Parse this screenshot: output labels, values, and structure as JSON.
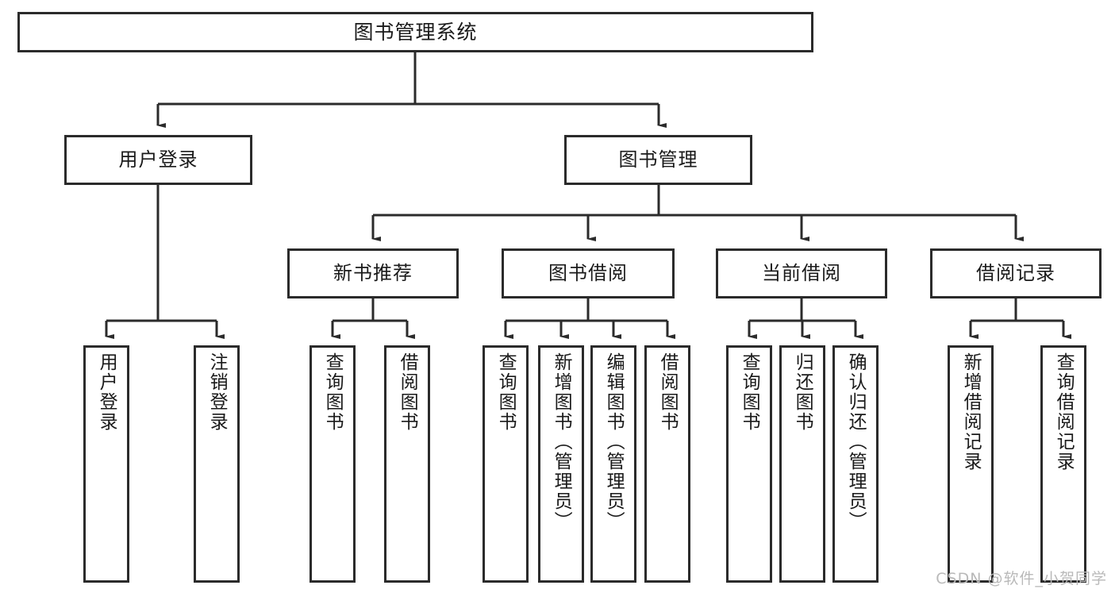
{
  "diagram": {
    "title": "图书管理系统",
    "type": "hierarchy-tree",
    "root": {
      "id": "root",
      "label": "图书管理系统"
    },
    "level2": [
      {
        "id": "user-login",
        "label": "用户登录"
      },
      {
        "id": "book-manage",
        "label": "图书管理"
      }
    ],
    "level3": [
      {
        "id": "new-book-recommend",
        "label": "新书推荐",
        "parent": "book-manage"
      },
      {
        "id": "book-borrow",
        "label": "图书借阅",
        "parent": "book-manage"
      },
      {
        "id": "current-borrow",
        "label": "当前借阅",
        "parent": "book-manage"
      },
      {
        "id": "borrow-record",
        "label": "借阅记录",
        "parent": "book-manage"
      }
    ],
    "leaves": [
      {
        "id": "leaf-user-login",
        "label": "用户登录",
        "parent": "user-login"
      },
      {
        "id": "leaf-user-logout",
        "label": "注销登录",
        "parent": "user-login"
      },
      {
        "id": "leaf-query-book-1",
        "label": "查询图书",
        "parent": "new-book-recommend"
      },
      {
        "id": "leaf-borrow-book-1",
        "label": "借阅图书",
        "parent": "new-book-recommend"
      },
      {
        "id": "leaf-query-book-2",
        "label": "查询图书",
        "parent": "book-borrow"
      },
      {
        "id": "leaf-add-book",
        "label": "新增图书（管理员）",
        "parent": "book-borrow"
      },
      {
        "id": "leaf-edit-book",
        "label": "编辑图书（管理员）",
        "parent": "book-borrow"
      },
      {
        "id": "leaf-borrow-book-2",
        "label": "借阅图书",
        "parent": "book-borrow"
      },
      {
        "id": "leaf-query-book-3",
        "label": "查询图书",
        "parent": "current-borrow"
      },
      {
        "id": "leaf-return-book",
        "label": "归还图书",
        "parent": "current-borrow"
      },
      {
        "id": "leaf-confirm-return",
        "label": "确认归还（管理员）",
        "parent": "current-borrow"
      },
      {
        "id": "leaf-add-record",
        "label": "新增借阅记录",
        "parent": "borrow-record"
      },
      {
        "id": "leaf-query-record",
        "label": "查询借阅记录",
        "parent": "borrow-record"
      }
    ]
  },
  "watermark": {
    "text": "CSDN @软件_小贺同学"
  },
  "colors": {
    "border": "#2b2b2b",
    "background": "#ffffff",
    "text": "#1a1a1a",
    "watermark": "#b9b9b9"
  }
}
